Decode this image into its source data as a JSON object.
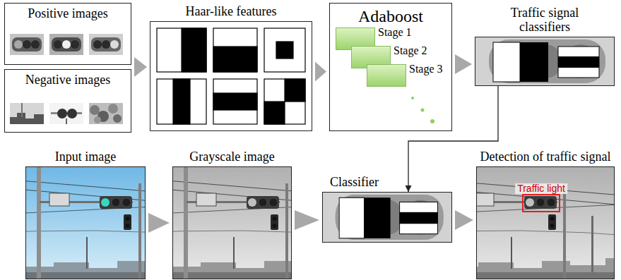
{
  "diagram": {
    "nodes": [
      {
        "text": [
          "Positive images"
        ]
      },
      {
        "text": [
          "Negative images"
        ]
      },
      {
        "text": [
          "Haar-like features"
        ]
      },
      {
        "text": [
          "Adaboost"
        ]
      },
      {
        "text": [
          "Stage 1"
        ],
        "in": 3
      },
      {
        "text": [
          "Stage 2"
        ],
        "in": 3
      },
      {
        "text": [
          "Stage 3"
        ],
        "in": 3
      },
      {
        "text": [
          "Traffic signal classifiers"
        ]
      },
      {
        "text": [
          "Input image"
        ]
      },
      {
        "text": [
          "Grayscale image"
        ]
      },
      {
        "text": [
          "Classifier"
        ]
      },
      {
        "text": [
          "Detection of traffic signal"
        ]
      },
      {
        "text": [
          "Traffic light"
        ],
        "in": 11
      }
    ],
    "edges": [
      {
        "from": 0,
        "to": 2,
        "arrow": "to"
      },
      {
        "from": 1,
        "to": 2,
        "arrow": "to"
      },
      {
        "from": 2,
        "to": 3,
        "arrow": "to"
      },
      {
        "from": 3,
        "to": 7,
        "arrow": "to"
      },
      {
        "from": 7,
        "to": 10,
        "arrow": "to"
      },
      {
        "from": 8,
        "to": 9,
        "arrow": "to"
      },
      {
        "from": 9,
        "to": 10,
        "arrow": "to"
      },
      {
        "from": 10,
        "to": 11,
        "arrow": "to"
      }
    ]
  }
}
